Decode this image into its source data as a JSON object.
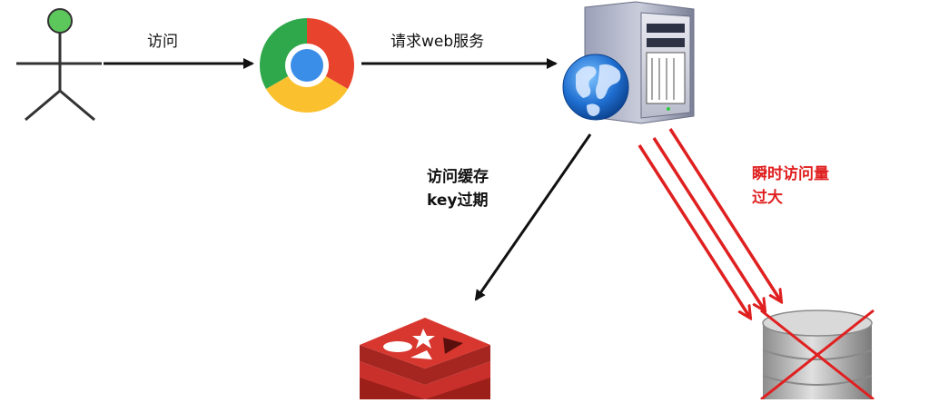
{
  "edges": {
    "user_to_browser": {
      "label": "访问"
    },
    "browser_to_server": {
      "label": "请求web服务"
    },
    "server_to_cache": {
      "label_line1": "访问缓存",
      "label_line2": "key过期"
    },
    "server_to_db": {
      "label_line1": "瞬时访问量",
      "label_line2": "过大"
    }
  },
  "nodes": {
    "user": {
      "icon": "stick-figure-icon",
      "head_color": "#5cc85c"
    },
    "browser": {
      "icon": "chrome-icon"
    },
    "server": {
      "icon": "web-server-icon"
    },
    "cache": {
      "icon": "redis-icon",
      "color": "#c9302c"
    },
    "database": {
      "icon": "database-icon",
      "crossed_out": true
    }
  },
  "colors": {
    "arrow_black": "#111111",
    "arrow_red": "#e02020"
  }
}
